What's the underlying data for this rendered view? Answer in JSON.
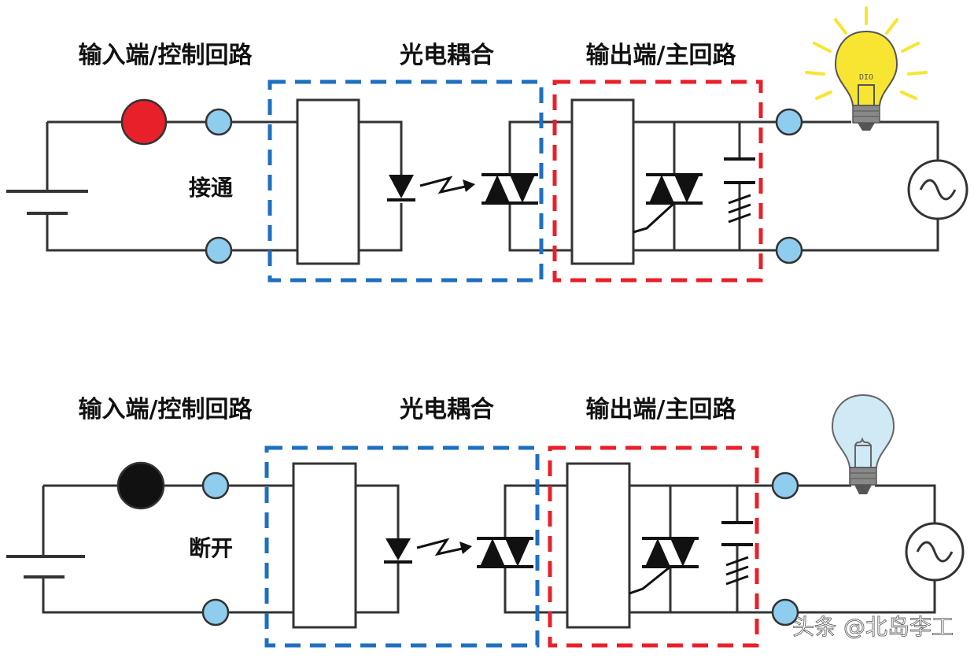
{
  "colors": {
    "node_fill": "#8fcdee",
    "wire": "#333333",
    "coupling_box": "#1f6fc0",
    "output_box": "#e8202a",
    "switch_on": "#e8202a",
    "switch_off": "#111111",
    "bulb_on": "#f7e531",
    "bulb_off": "#cfe9f5"
  },
  "icons": [
    "dc-battery-icon",
    "push-switch-icon",
    "terminal-node-icon",
    "led-diode-icon",
    "light-ray-icon",
    "triac-icon",
    "varistor-icon",
    "capacitor-icon",
    "light-bulb-icon",
    "ac-source-icon"
  ],
  "panels": [
    {
      "state": "on",
      "input_label": "输入端/控制回路",
      "coupling_label": "光电耦合",
      "output_label": "输出端/主回路",
      "switch_label": "接通",
      "bulb_text": "DIO"
    },
    {
      "state": "off",
      "input_label": "输入端/控制回路",
      "coupling_label": "光电耦合",
      "output_label": "输出端/主回路",
      "switch_label": "断开"
    }
  ],
  "watermark": "头条 @北岛李工"
}
